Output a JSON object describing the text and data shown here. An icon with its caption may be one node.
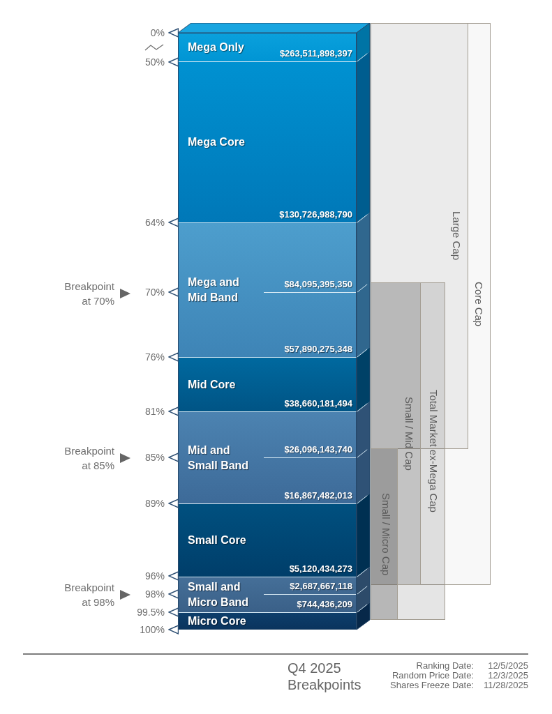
{
  "diagram": {
    "title": "Q4 2025 Breakpoints",
    "nodes": [
      {
        "text": [
          "Mega Only",
          "$263,511,898,397"
        ]
      },
      {
        "text": [
          "Mega Core",
          "$130,726,988,790"
        ]
      },
      {
        "text": [
          "Mega and Mid Band",
          "$84,095,395,350",
          "$57,890,275,348"
        ]
      },
      {
        "text": [
          "Mid Core",
          "$38,660,181,494"
        ]
      },
      {
        "text": [
          "Mid and Small Band",
          "$26,096,143,740",
          "$16,867,482,013"
        ]
      },
      {
        "text": [
          "Small Core",
          "$5,120,434,273"
        ]
      },
      {
        "text": [
          "Small and Micro Band",
          "$2,687,667,118",
          "$744,436,209"
        ]
      },
      {
        "text": [
          "Micro Core"
        ]
      },
      {
        "text": [
          "Core Cap"
        ]
      },
      {
        "text": [
          "Large Cap"
        ],
        "in": 8
      },
      {
        "text": [
          "Total Market ex-Mega Cap"
        ]
      },
      {
        "text": [
          "Small / Mid Cap"
        ],
        "in": 10
      },
      {
        "text": [
          "Small / Micro Cap"
        ],
        "in": 10
      }
    ],
    "labels": [
      "0%",
      "50%",
      "64%",
      "Breakpoint at 70%",
      "70%",
      "76%",
      "81%",
      "Breakpoint at 85%",
      "85%",
      "89%",
      "96%",
      "Breakpoint at 98%",
      "98%",
      "99.5%",
      "100%",
      "Ranking Date:",
      "12/5/2025",
      "Random Price Date:",
      "12/3/2025",
      "Shares Freeze Date:",
      "11/28/2025"
    ]
  }
}
